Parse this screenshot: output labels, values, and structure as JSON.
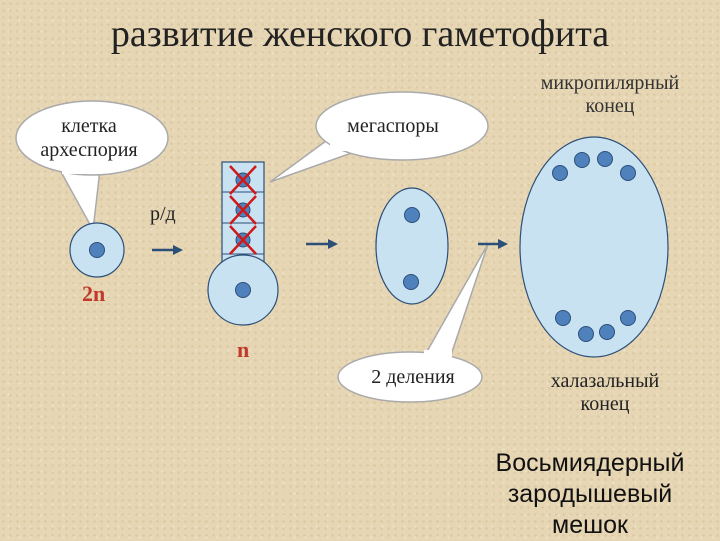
{
  "title": "развитие женского гаметофита",
  "labels": {
    "archesporium_line1": "клетка",
    "archesporium_line2": "археспория",
    "megaspores": "мегаспоры",
    "micropylar_line1": "микропилярный",
    "micropylar_line2": "конец",
    "division_note": "р/д",
    "ploidy_2n": "2n",
    "ploidy_n": "n",
    "two_divisions": "2 деления",
    "chalazal_line1": "халазальный",
    "chalazal_line2": "конец",
    "embryo_sac_line1": "Восьмиядерный",
    "embryo_sac_line2": "зародышевый",
    "embryo_sac_line3": "мешок"
  },
  "colors": {
    "cell_fill": "#c9e2f2",
    "nucleus_fill": "#4f81bd",
    "cross": "#d01818",
    "ploidy": "#c0392b",
    "outline": "#2c4f78"
  }
}
